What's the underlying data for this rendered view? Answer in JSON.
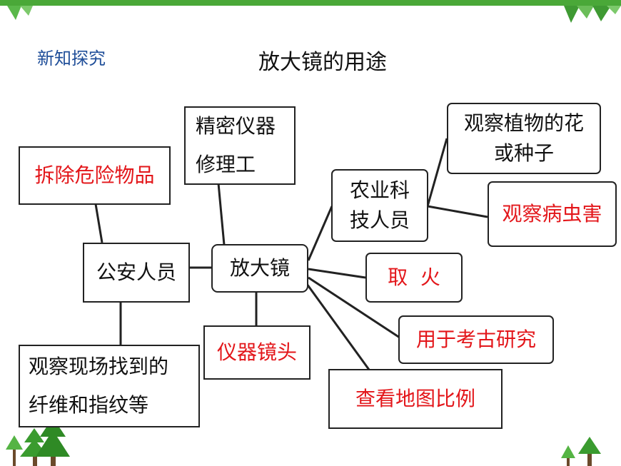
{
  "header": {
    "section_label": "新知探究",
    "title": "放大镜的用途"
  },
  "center": {
    "label": "放大镜"
  },
  "nodes": {
    "police": "公安人员",
    "dismantle": "拆除危险物品",
    "repair": "精密仪器\n修理工",
    "fibers": "观察现场找到的\n纤维和指纹等",
    "lens": "仪器镜头",
    "agri": "农业科\n技人员",
    "flowers": "观察植物的花\n或种子",
    "pests": "观察病虫害",
    "fire": "取  火",
    "archaeology": "用于考古研究",
    "map": "查看地图比例"
  },
  "colors": {
    "highlight_text": "#e3161a",
    "section_label": "#1f4e99",
    "deco_green": "#3a9b2f"
  }
}
